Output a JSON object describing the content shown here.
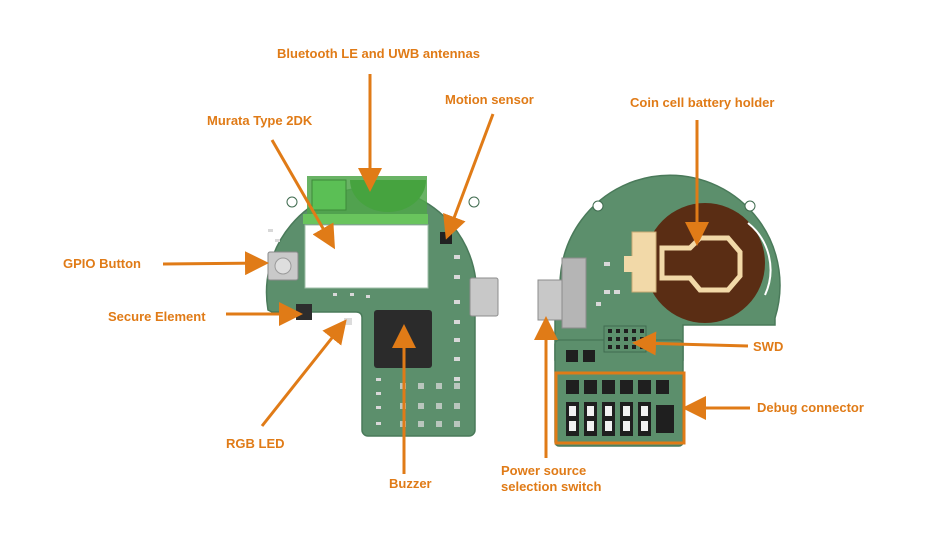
{
  "labels": {
    "antennas": "Bluetooth LE and UWB antennas",
    "motion_sensor": "Motion sensor",
    "murata": "Murata Type 2DK",
    "coin_cell": "Coin cell battery holder",
    "gpio_button": "GPIO Button",
    "secure_element": "Secure Element",
    "swd": "SWD",
    "debug_connector": "Debug connector",
    "rgb_led": "RGB LED",
    "buzzer": "Buzzer",
    "power_switch_line1": "Power source",
    "power_switch_line2": "selection switch"
  },
  "colors": {
    "label": "#e07b17",
    "arrow": "#e07b17",
    "pcb": "#5c8f6c",
    "pcb_edge": "#4a7a5a",
    "antenna": "#4fa64a",
    "chip": "#2b2b2b",
    "battery_holder": "#5a2d14",
    "battery_frame": "#f2d9a8"
  }
}
